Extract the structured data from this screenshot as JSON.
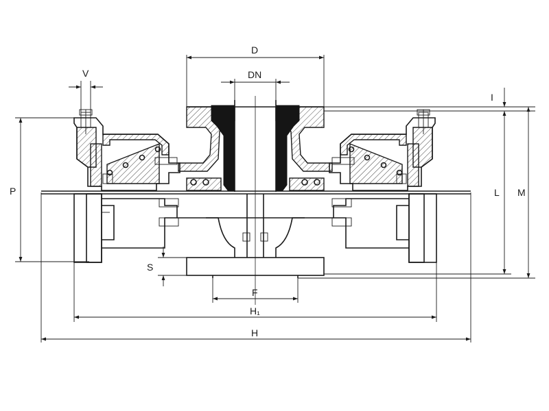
{
  "dimensions": {
    "D": "D",
    "DN": "DN",
    "V": "V",
    "I": "I",
    "P": "P",
    "L": "L",
    "M": "M",
    "S": "S",
    "F": "F",
    "H1": "H₁",
    "H": "H"
  }
}
